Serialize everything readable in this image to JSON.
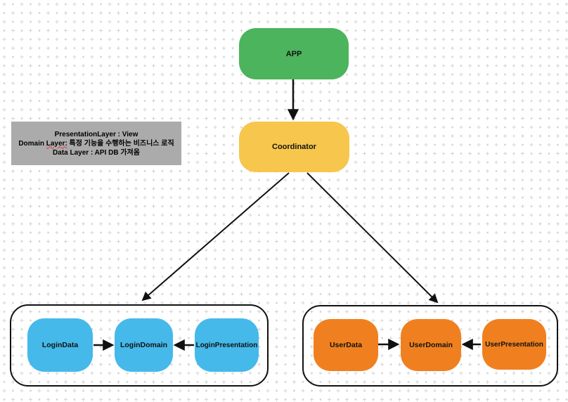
{
  "diagram": {
    "canvas": {
      "background": "#FFFFFF",
      "dot_color": "#D4D4D4"
    },
    "nodes": {
      "app": {
        "label": "APP",
        "color": "#4CB45C"
      },
      "coordinator": {
        "label": "Coordinator",
        "color": "#F7C64C"
      },
      "login_data": {
        "label": "LoginData",
        "color": "#45B9EA"
      },
      "login_domain": {
        "label": "LoginDomain",
        "color": "#45B9EA"
      },
      "login_presentation": {
        "label": "LoginPresentation",
        "color": "#45B9EA"
      },
      "user_data": {
        "label": "UserData",
        "color": "#F0801F"
      },
      "user_domain": {
        "label": "UserDomain",
        "color": "#F0801F"
      },
      "user_presentation": {
        "label": "UserPresentation",
        "color": "#F0801F"
      }
    },
    "note": {
      "background": "#ABABAB",
      "line1": "PresentationLayer : View",
      "line2_prefix": "Domain ",
      "line2_underlined": "Layer:",
      "line2_suffix": " 특정 기능을 수행하는 비즈니스 로직",
      "line3": "Data Layer : API DB 가져옴",
      "underline_color": "#E03C3C"
    },
    "connections": [
      {
        "from": "app",
        "to": "coordinator"
      },
      {
        "from": "coordinator",
        "to": "login_group"
      },
      {
        "from": "coordinator",
        "to": "user_group"
      },
      {
        "from": "login_data",
        "to": "login_domain"
      },
      {
        "from": "login_presentation",
        "to": "login_domain"
      },
      {
        "from": "user_data",
        "to": "user_domain"
      },
      {
        "from": "user_presentation",
        "to": "user_domain"
      }
    ]
  }
}
